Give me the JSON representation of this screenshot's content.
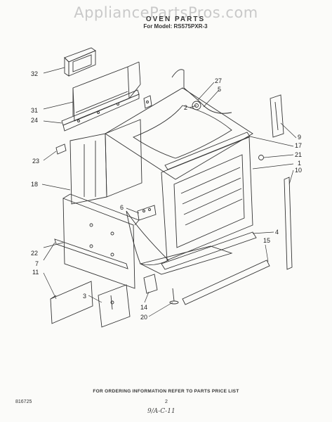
{
  "header": {
    "watermark": "AppliancePartsPros.com",
    "title": "OVEN PARTS",
    "subtitle": "For Model: RS575PXR-3"
  },
  "callouts": {
    "c1": "1",
    "c2": "2",
    "c3": "3",
    "c4": "4",
    "c5": "5",
    "c6": "6",
    "c7": "7",
    "c9": "9",
    "c10": "10",
    "c11": "11",
    "c14": "14",
    "c15": "15",
    "c17": "17",
    "c18": "18",
    "c20": "20",
    "c21": "21",
    "c22": "22",
    "c23": "23",
    "c24": "24",
    "c27": "27",
    "c31": "31",
    "c32": "32"
  },
  "footer": {
    "ordering_note": "FOR ORDERING INFORMATION REFER TO PARTS PRICE LIST",
    "doc_number": "816725",
    "page_number": "2",
    "handwritten_note": "9/A-C-11"
  }
}
